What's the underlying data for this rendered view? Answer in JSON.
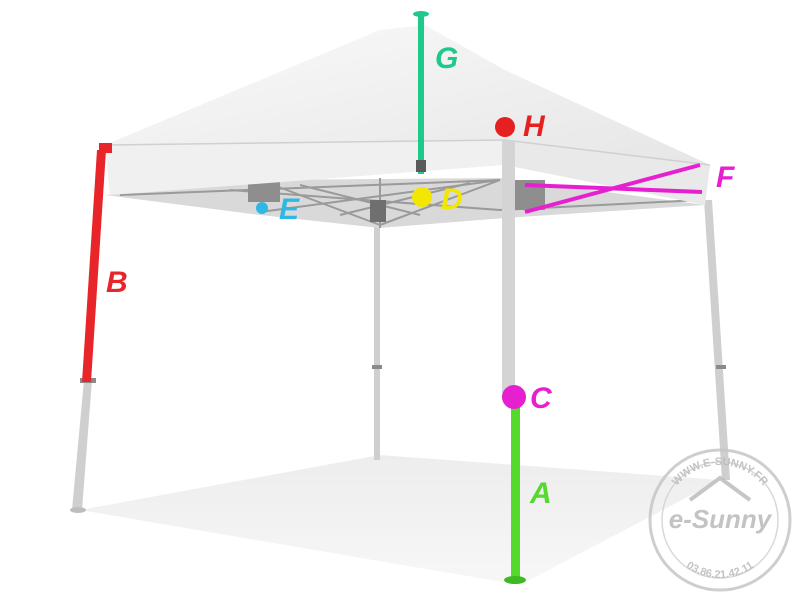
{
  "labels": {
    "A": {
      "text": "A",
      "color": "#55d92c"
    },
    "B": {
      "text": "B",
      "color": "#e8262a"
    },
    "C": {
      "text": "C",
      "color": "#e61fd0"
    },
    "D": {
      "text": "D",
      "color": "#f3e600"
    },
    "E": {
      "text": "E",
      "color": "#2fb8e6"
    },
    "F": {
      "text": "F",
      "color": "#e61fd0"
    },
    "G": {
      "text": "G",
      "color": "#1fc98b"
    },
    "H": {
      "text": "H",
      "color": "#e62020"
    }
  },
  "watermark": {
    "url": "WWW.E-SUNNY.FR",
    "brand": "e-Sunny",
    "phone": "03.86.21.42.11"
  },
  "colors": {
    "canopy": "#f4f4f4",
    "canopy_shade": "#dcdcdc",
    "pole": "#c9c9c9",
    "frame": "#a8a8a8",
    "watermark": "#bfbfbf"
  }
}
